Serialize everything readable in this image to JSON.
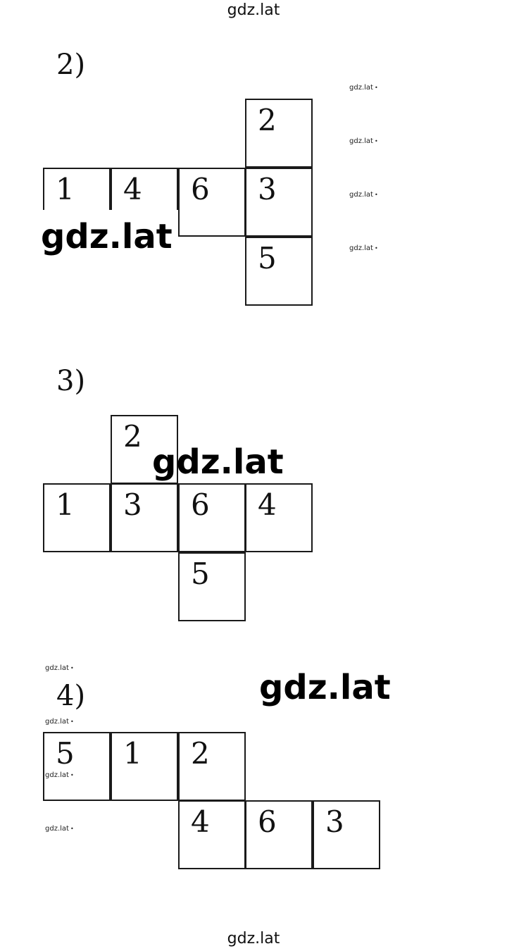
{
  "site": {
    "top": "gdz.lat",
    "bottom": "gdz.lat"
  },
  "watermarks": {
    "big": [
      "gdz.lat",
      "gdz.lat",
      "gdz.lat"
    ],
    "small": [
      "gdz.lat",
      "gdz.lat",
      "gdz.lat",
      "gdz.lat",
      "gdz.lat",
      "gdz.lat",
      "gdz.lat",
      "gdz.lat"
    ]
  },
  "nets": [
    {
      "label": "2)",
      "cells": [
        "2",
        "1",
        "4",
        "6",
        "3",
        "5"
      ]
    },
    {
      "label": "3)",
      "cells": [
        "2",
        "1",
        "3",
        "6",
        "4",
        "5"
      ]
    },
    {
      "label": "4)",
      "cells": [
        "5",
        "1",
        "2",
        "4",
        "6",
        "3"
      ]
    }
  ]
}
